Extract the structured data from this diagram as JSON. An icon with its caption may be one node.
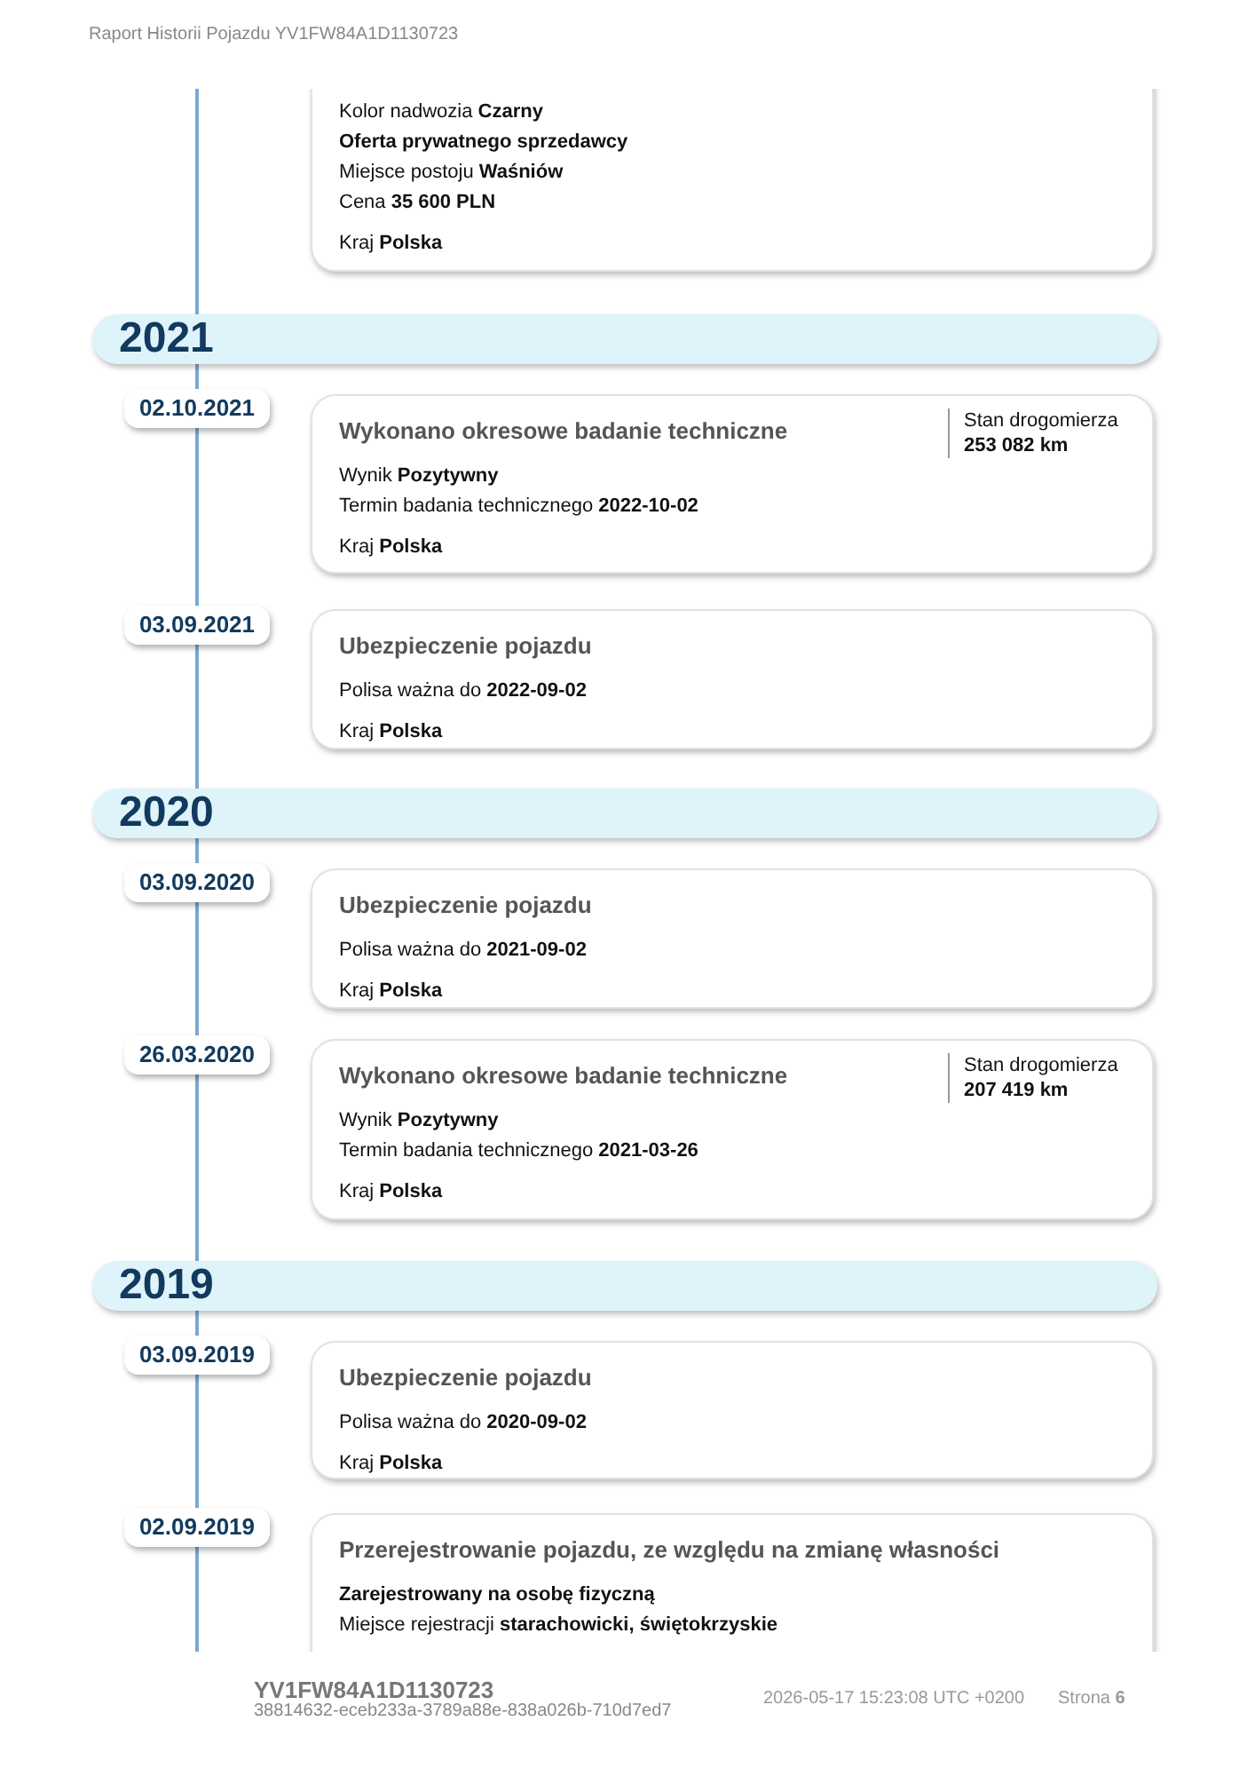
{
  "diagram": {
    "nodes": [
      {
        "text": [
          "Kolor nadwozia **Czarny**",
          "**Oferta prywatnego sprzedawcy**",
          "Miejsce postoju **Waśniów**",
          "Cena **35 600 PLN**",
          "Kraj **Polska**"
        ]
      },
      {
        "text": [
          "2021"
        ]
      },
      {
        "text": [
          "02.10.2021"
        ]
      },
      {
        "text": [
          "Wykonano okresowe badanie techniczne",
          "Stan drogomierza",
          "253 082 km",
          "Wynik **Pozytywny**",
          "Termin badania technicznego **2022-10-02**",
          "Kraj **Polska**"
        ]
      },
      {
        "text": [
          "03.09.2021"
        ]
      },
      {
        "text": [
          "Ubezpieczenie pojazdu",
          "Polisa ważna do **2022-09-02**",
          "Kraj **Polska**"
        ]
      },
      {
        "text": [
          "2020"
        ]
      },
      {
        "text": [
          "03.09.2020"
        ]
      },
      {
        "text": [
          "Ubezpieczenie pojazdu",
          "Polisa ważna do **2021-09-02**",
          "Kraj **Polska**"
        ]
      },
      {
        "text": [
          "26.03.2020"
        ]
      },
      {
        "text": [
          "Wykonano okresowe badanie techniczne",
          "Stan drogomierza",
          "207 419 km",
          "Wynik **Pozytywny**",
          "Termin badania technicznego **2021-03-26**",
          "Kraj **Polska**"
        ]
      },
      {
        "text": [
          "2019"
        ]
      },
      {
        "text": [
          "03.09.2019"
        ]
      },
      {
        "text": [
          "Ubezpieczenie pojazdu",
          "Polisa ważna do **2020-09-02**",
          "Kraj **Polska**"
        ]
      },
      {
        "text": [
          "02.09.2019"
        ]
      },
      {
        "text": [
          "Przerejestrowanie pojazdu, ze względu na zmianę własności",
          "**Zarejestrowany na osobę fizyczną**",
          "Miejsce rejestracji **starachowicki, świętokrzyskie**"
        ]
      }
    ],
    "edges": [],
    "labels": [
      "Raport Historii Pojazdu YV1FW84A1D1130723",
      "YV1FW84A1D1130723",
      "38814632-eceb233a-3789a88e-838a026b-710d7ed7",
      "2026-05-17 15:23:08 UTC +0200",
      "Strona **6**"
    ]
  }
}
